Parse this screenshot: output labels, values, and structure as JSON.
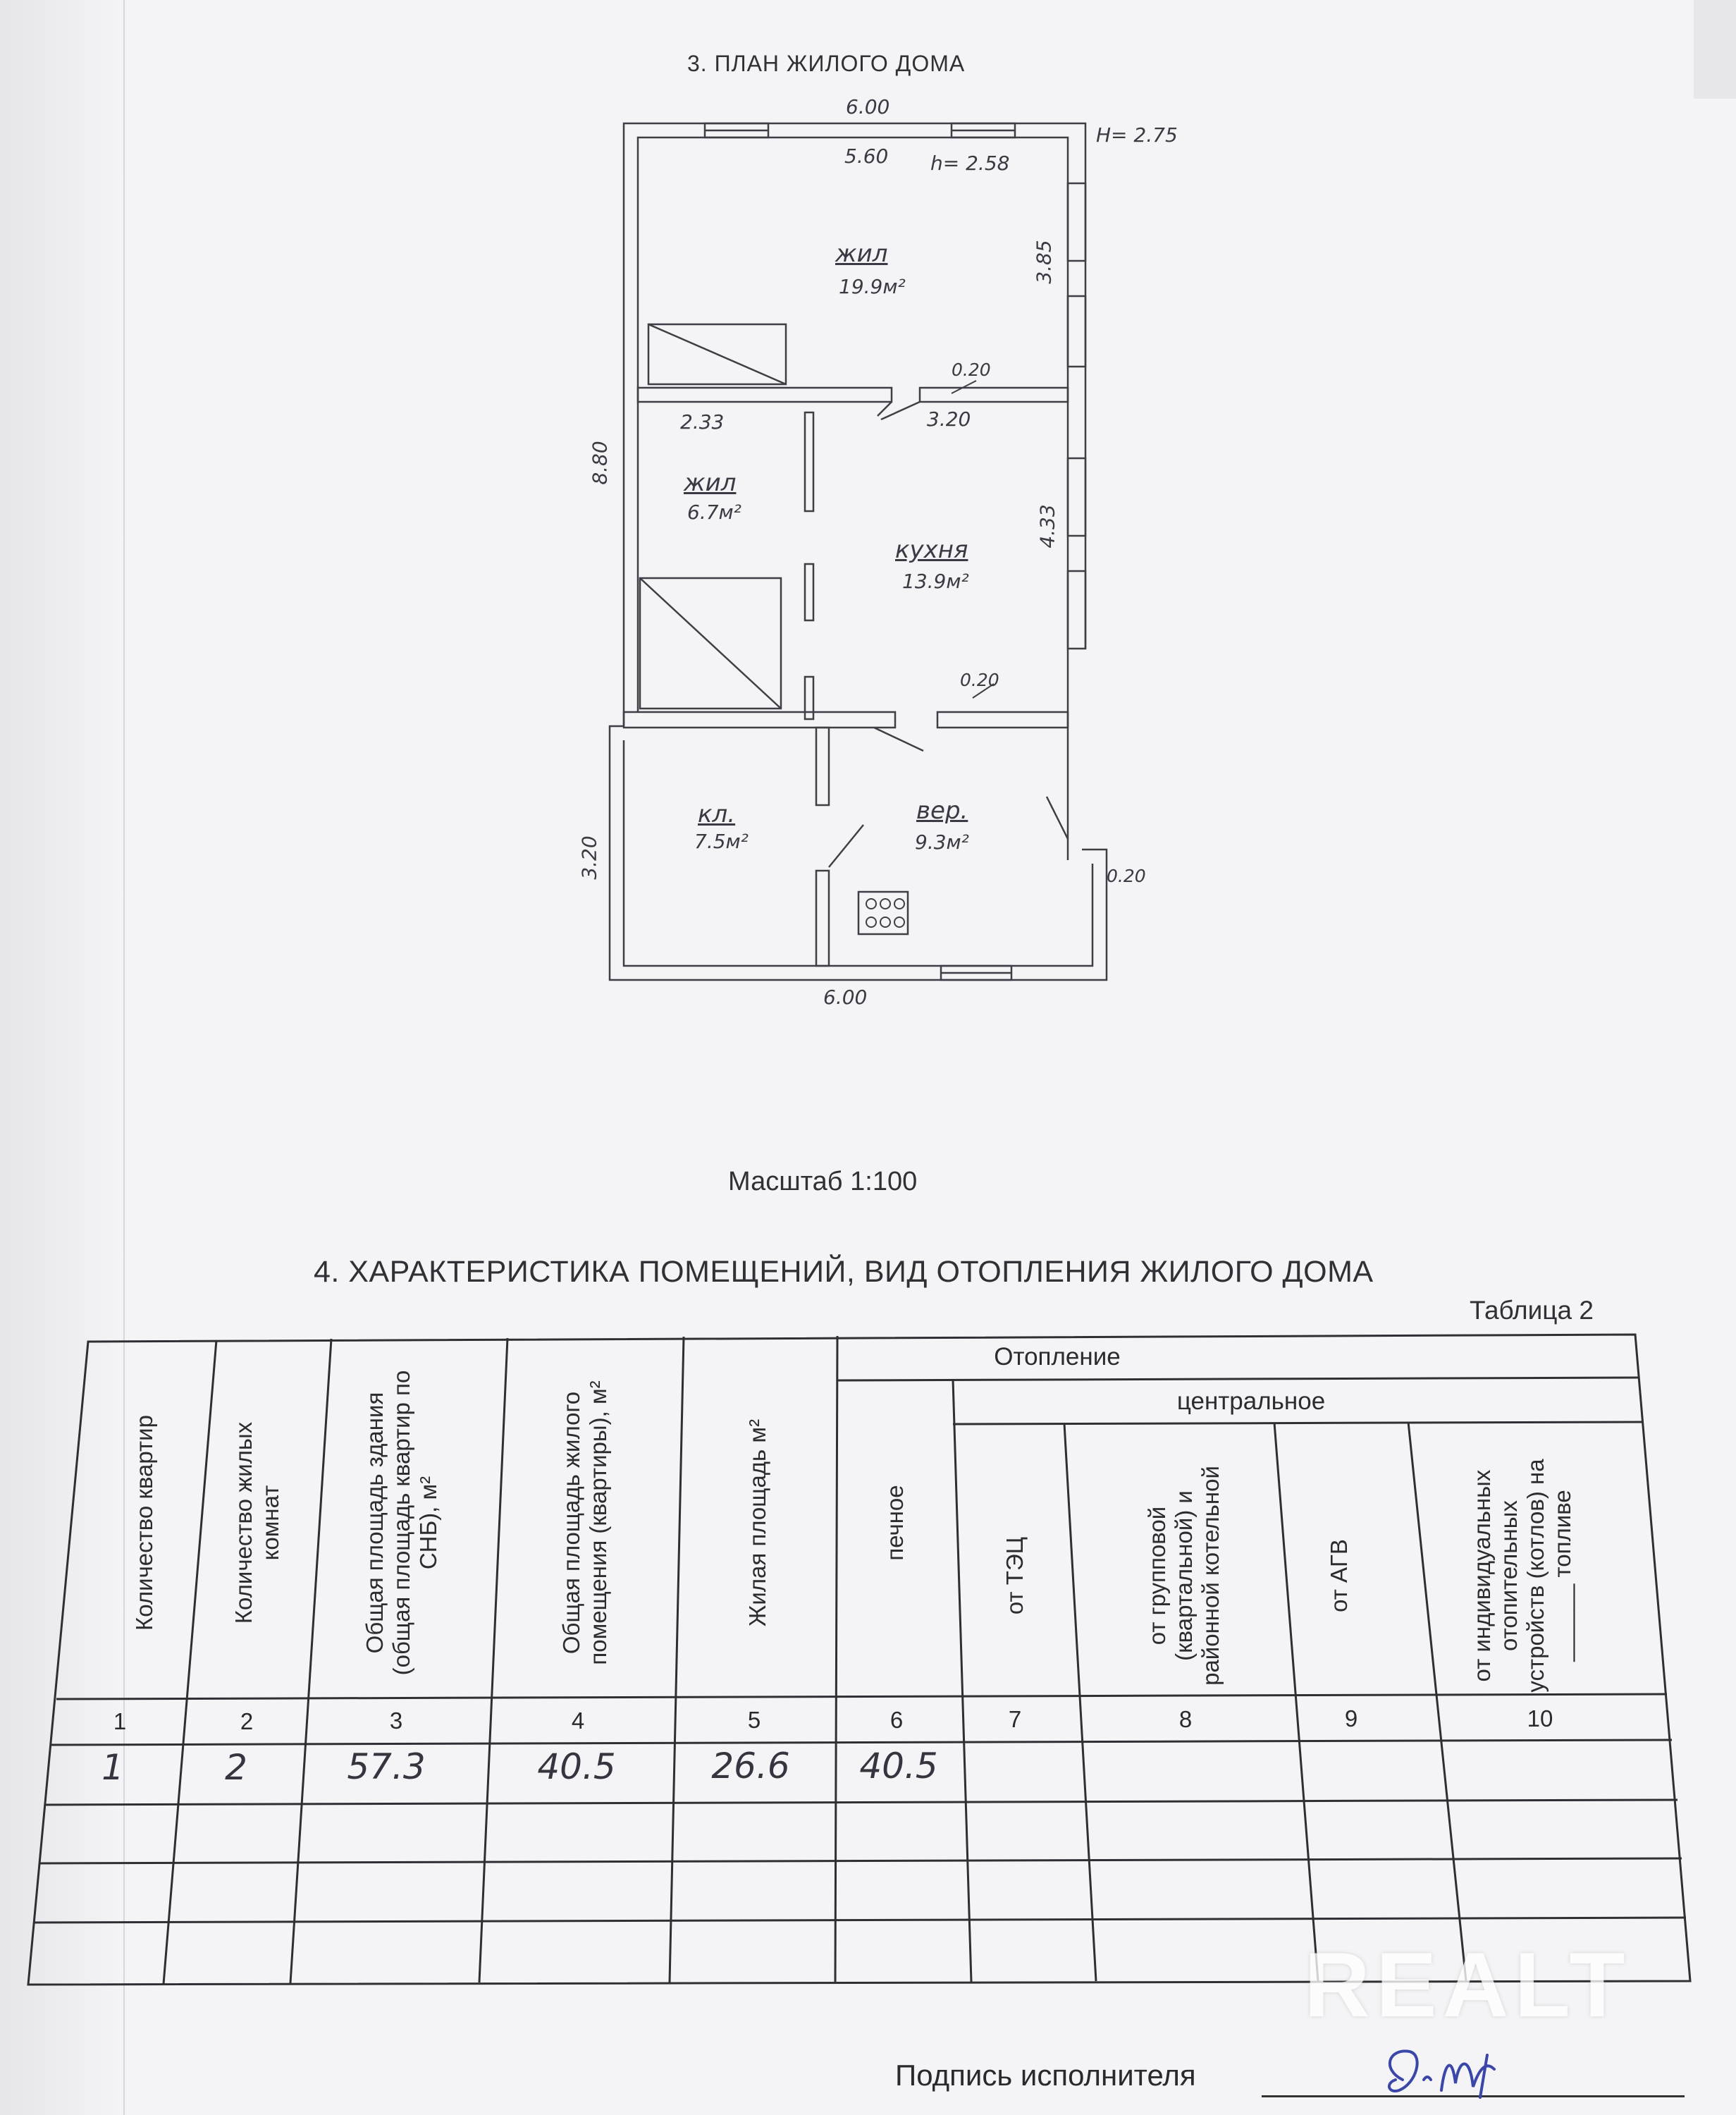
{
  "plan": {
    "title": "3. ПЛАН ЖИЛОГО ДОМА",
    "dims": {
      "top_outer": "6.00",
      "top_inner": "5.60",
      "inner_height": "h= 2.58",
      "outer_height": "H= 2.75",
      "right_upper": "3.85",
      "left_total": "8.80",
      "wall_1": "0.20",
      "room_left_width": "2.33",
      "room_right_width": "3.20",
      "right_middle": "4.33",
      "wall_2": "0.20",
      "left_lower": "3.20",
      "wall_3": "0.20",
      "bottom_outer": "6.00"
    },
    "rooms": [
      {
        "name": "жил",
        "area": "19.9м²"
      },
      {
        "name": "жил",
        "area": "6.7м²"
      },
      {
        "name": "кухня",
        "area": "13.9м²"
      },
      {
        "name": "кл.",
        "area": "7.5м²"
      },
      {
        "name": "вер.",
        "area": "9.3м²"
      }
    ],
    "scale": "Масштаб 1:100"
  },
  "section": {
    "title": "4. ХАРАКТЕРИСТИКА ПОМЕЩЕНИЙ, ВИД ОТОПЛЕНИЯ ЖИЛОГО ДОМА",
    "table_number": "Таблица 2"
  },
  "table": {
    "group_heating": "Отопление",
    "group_central": "центральное",
    "columns": [
      "Количество квартир",
      "Количество жилых комнат",
      "Общая площадь здания (общая площадь квартир по СНБ), м²",
      "Общая площадь жилого помещения (квартиры), м²",
      "Жилая площадь м²",
      "печное",
      "от ТЭЦ",
      "от групповой (квартальной) и районной котельной",
      "от АГВ",
      "от индивидуальных отопительных устройств (котлов) на ______ топливе"
    ],
    "column_numbers": [
      "1",
      "2",
      "3",
      "4",
      "5",
      "6",
      "7",
      "8",
      "9",
      "10"
    ],
    "rows": [
      [
        "1",
        "2",
        "57.3",
        "40.5",
        "26.6",
        "40.5",
        "",
        "",
        "",
        ""
      ]
    ]
  },
  "watermark": "REALT",
  "signature_label": "Подпись исполнителя"
}
